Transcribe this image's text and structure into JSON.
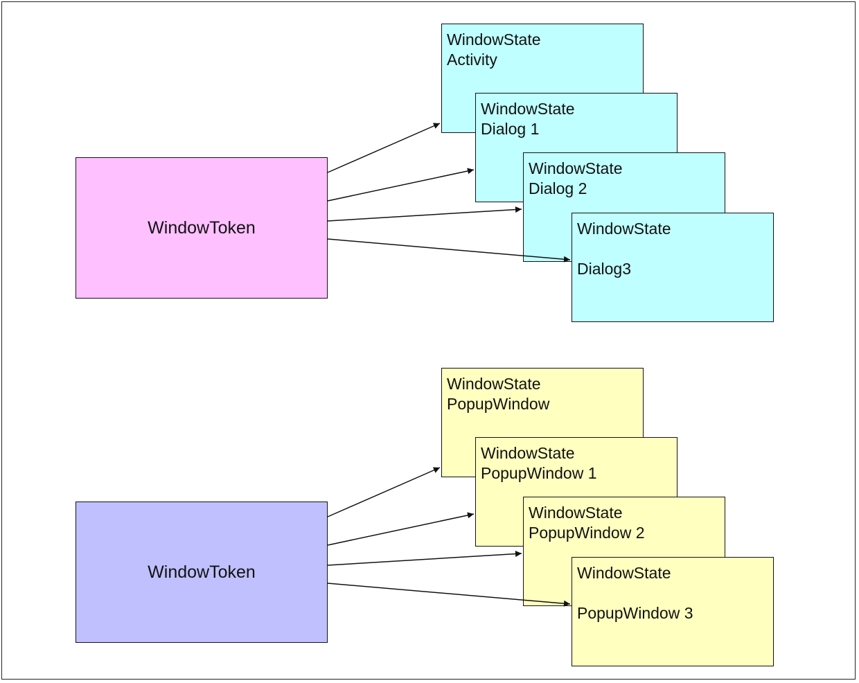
{
  "colors": {
    "token_top": "#ffc0ff",
    "token_bottom": "#c0c0ff",
    "state_top": "#c0ffff",
    "state_bottom": "#ffffc0",
    "stroke": "#111111"
  },
  "top_group": {
    "token_label": "WindowToken",
    "states": [
      {
        "line1": "WindowState",
        "line2": "Activity"
      },
      {
        "line1": "WindowState",
        "line2": "Dialog 1"
      },
      {
        "line1": "WindowState",
        "line2": "Dialog 2"
      },
      {
        "line1": "WindowState",
        "line2": "Dialog3"
      }
    ]
  },
  "bottom_group": {
    "token_label": "WindowToken",
    "states": [
      {
        "line1": "WindowState",
        "line2": "PopupWindow"
      },
      {
        "line1": "WindowState",
        "line2": "PopupWindow 1"
      },
      {
        "line1": "WindowState",
        "line2": "PopupWindow 2"
      },
      {
        "line1": "WindowState",
        "line2": "PopupWindow 3"
      }
    ]
  }
}
